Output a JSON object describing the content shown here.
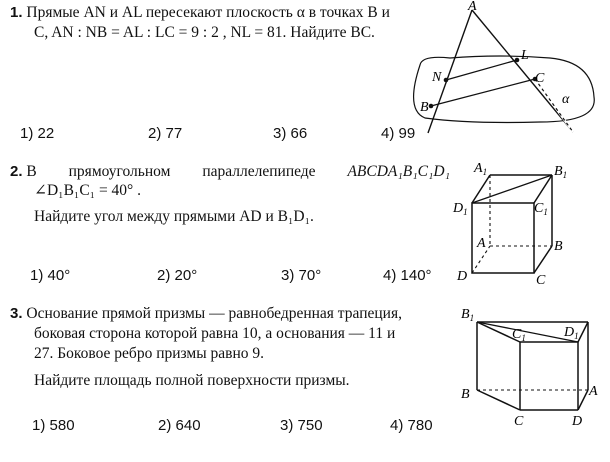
{
  "problems": [
    {
      "number": "1.",
      "line1": "Прямые AN и AL пересекают плоскость α в точках B и",
      "line2": "C, AN : NB = AL : LC = 9 : 2 , NL = 81. Найдите BC.",
      "answers": [
        "1) 22",
        "2) 77",
        "3) 66",
        "4) 99"
      ],
      "figure_labels": {
        "A": "A",
        "L": "L",
        "N": "N",
        "C": "C",
        "B": "B",
        "alpha": "α"
      }
    },
    {
      "number": "2.",
      "line1_left": "В",
      "line1_mid1": "прямоугольном",
      "line1_mid2": "параллелепипеде",
      "line1_right": "ABCDA₁B₁C₁D₁",
      "line2": "∠D₁B₁C₁ = 40° .",
      "line3": "Найдите угол между прямыми AD и B₁D₁.",
      "answers": [
        "1) 40°",
        "2) 20°",
        "3) 70°",
        "4) 140°"
      ],
      "figure_labels": {
        "A1": "A",
        "B1": "B",
        "D1": "D",
        "C1": "C",
        "A": "A",
        "B": "B",
        "D": "D",
        "C": "C",
        "sub": "1"
      }
    },
    {
      "number": "3.",
      "line1": "Основание прямой призмы — равнобедренная трапеция,",
      "line2": "боковая сторона которой равна 10, а основания — 11 и",
      "line3": "27. Боковое ребро призмы равно 9.",
      "line4": "Найдите площадь полной поверхности призмы.",
      "answers": [
        "1) 580",
        "2) 640",
        "3) 750",
        "4) 780"
      ],
      "figure_labels": {
        "B1": "B",
        "C1": "C",
        "D1": "D",
        "B": "B",
        "A": "A",
        "C": "C",
        "D": "D",
        "sub": "1"
      }
    }
  ]
}
